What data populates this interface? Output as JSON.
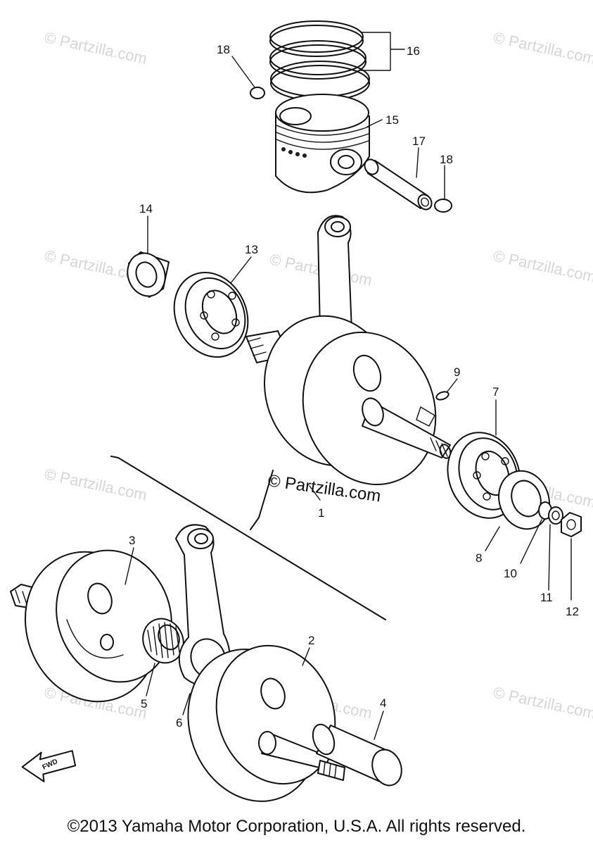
{
  "watermark": "© Partzilla.com",
  "center_watermark": "© Partzilla.com",
  "fwd_label": "FWD",
  "callouts": {
    "n1": "1",
    "n2": "2",
    "n3": "3",
    "n4": "4",
    "n5": "5",
    "n6": "6",
    "n7": "7",
    "n8": "8",
    "n9": "9",
    "n10": "10",
    "n11": "11",
    "n12": "12",
    "n13": "13",
    "n14": "14",
    "n15": "15",
    "n16": "16",
    "n17": "17",
    "n18a": "18",
    "n18b": "18"
  },
  "copyright": "©2013 Yamaha Motor Corporation, U.S.A. All rights reserved."
}
